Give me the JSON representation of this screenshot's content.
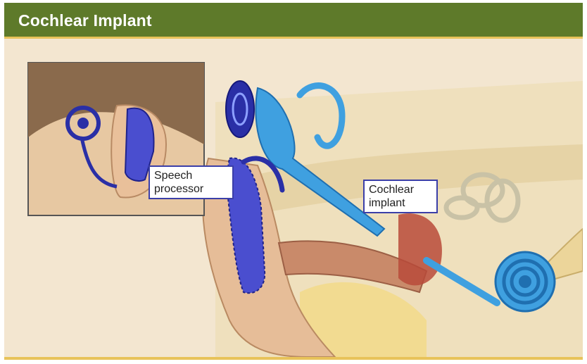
{
  "header": {
    "title": "Cochlear Implant"
  },
  "labels": {
    "speech_processor": "Speech\nprocessor",
    "cochlear_implant": "Cochlear\nimplant"
  },
  "colors": {
    "header_green": "#5e7a2a",
    "accent_gold": "#e8c35a",
    "device_dark_blue": "#2a2fa6",
    "device_light_blue": "#3fa0e0",
    "skin": "#e9c7a4",
    "bone": "#efe2bf"
  }
}
